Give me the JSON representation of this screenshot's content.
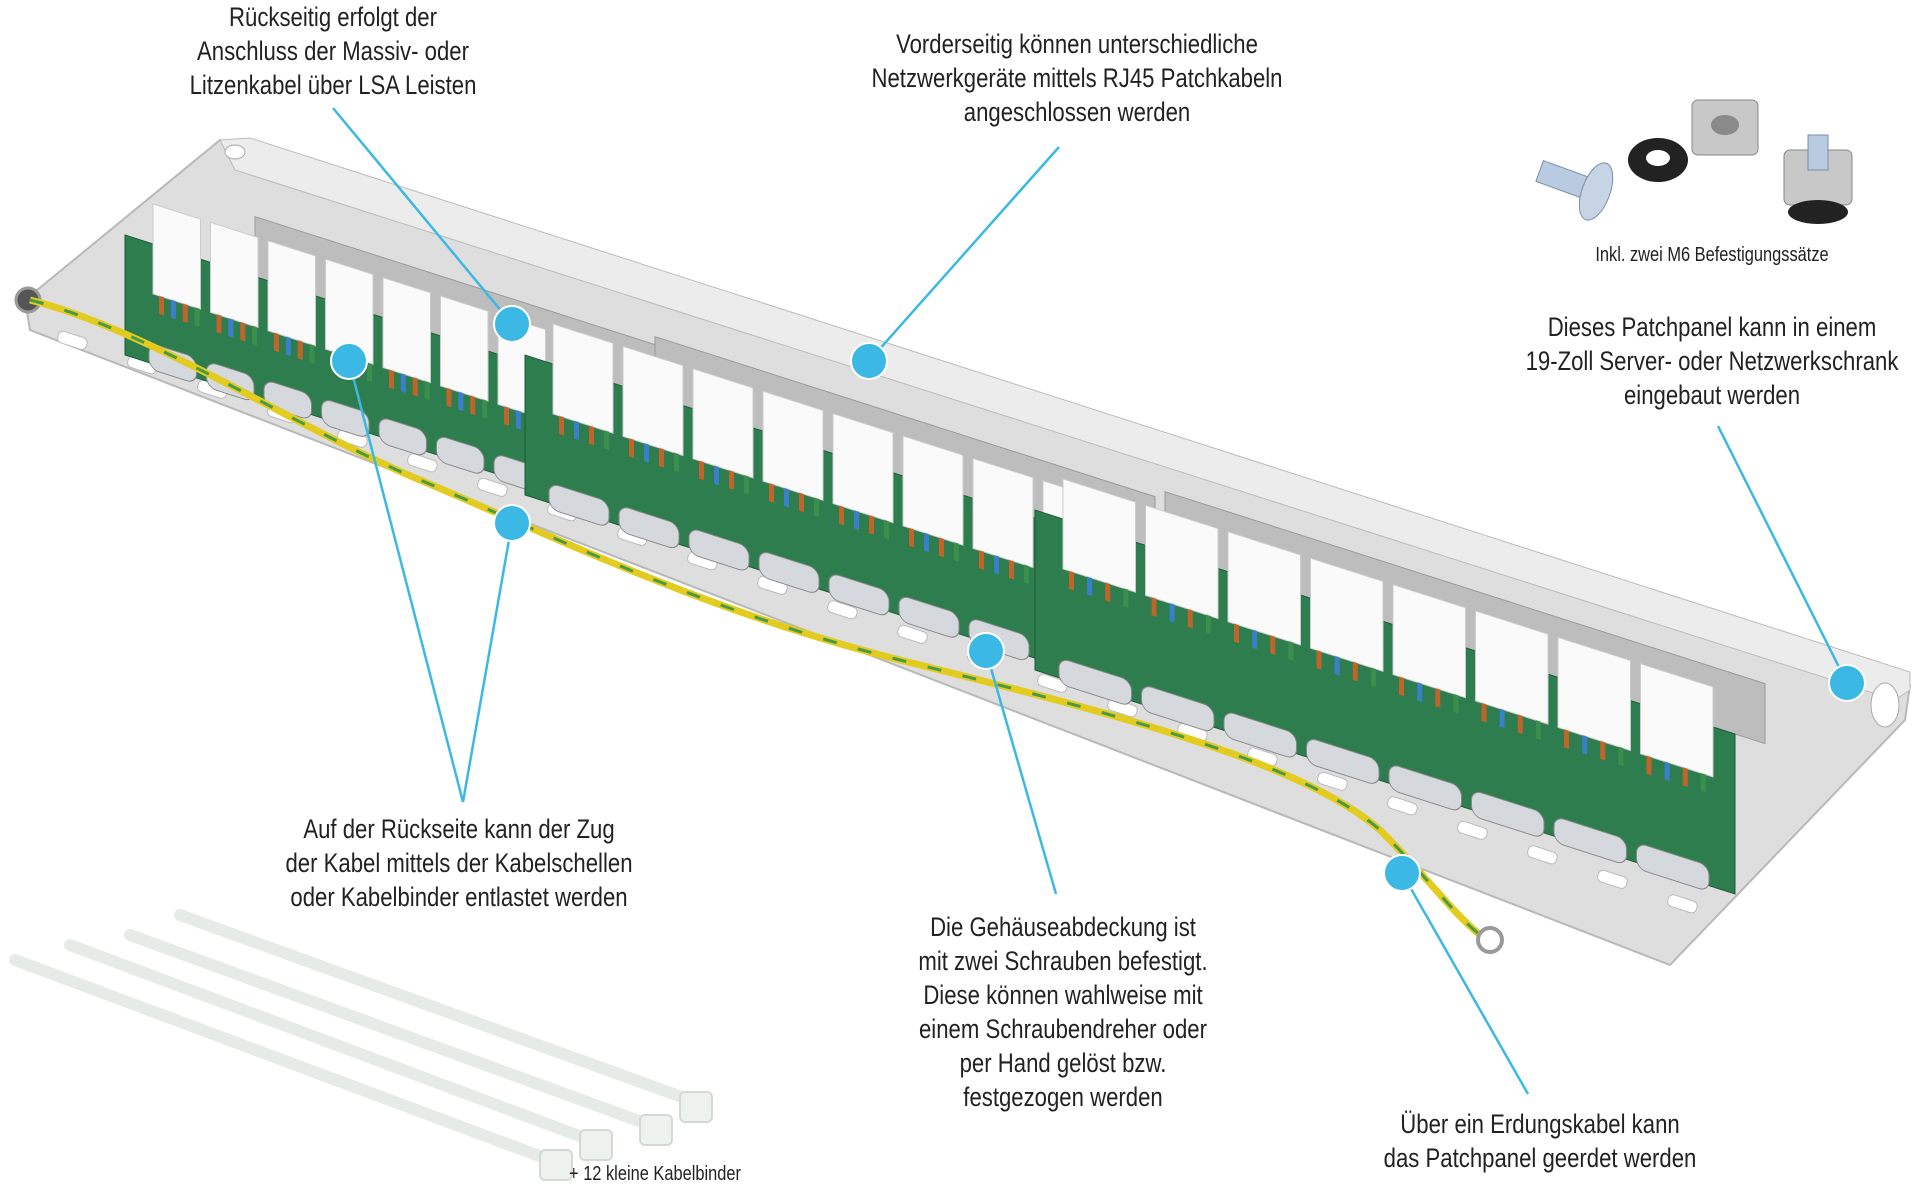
{
  "annotations": {
    "rear_connection": [
      "Rückseitig erfolgt der",
      "Anschluss der Massiv- oder",
      "Litzenkabel über LSA Leisten"
    ],
    "front_devices": [
      "Vorderseitig können unterschiedliche",
      "Netzwerkgeräte mittels RJ45 Patchkabeln",
      "angeschlossen werden"
    ],
    "mounting_kit": "Inkl. zwei M6 Befestigungssätze",
    "rack_mount": [
      "Dieses Patchpanel kann in einem",
      "19-Zoll Server- oder Netzwerkschrank",
      "eingebaut werden"
    ],
    "strain_relief": [
      "Auf der Rückseite kann der Zug",
      "der Kabel mittels der Kabelschellen",
      "oder Kabelbinder entlastet werden"
    ],
    "cover": [
      "Die Gehäuseabdeckung ist",
      "mit zwei Schrauben befestigt.",
      "Diese können wahlweise mit",
      "einem Schraubendreher oder",
      "per Hand gelöst bzw.",
      "festgezogen werden"
    ],
    "grounding": [
      "Über ein Erdungskabel kann",
      "das Patchpanel geerdet werden"
    ],
    "cable_ties": "+ 12 kleine Kabelbinder"
  },
  "colors": {
    "callout": "#3bb8e3",
    "panel": "#dcdcdc",
    "pcb": "#2e7d4f",
    "ground_cable": "#e3cc1f"
  }
}
